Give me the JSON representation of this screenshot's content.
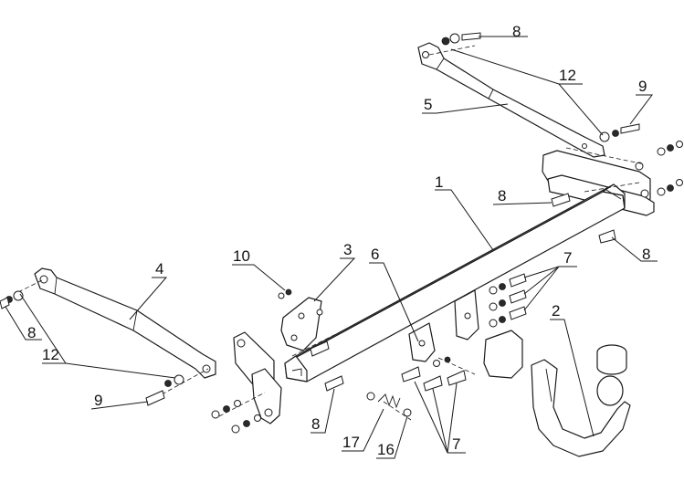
{
  "parts": [
    {
      "id": "1",
      "label": "1"
    },
    {
      "id": "2",
      "label": "2"
    },
    {
      "id": "3",
      "label": "3"
    },
    {
      "id": "4",
      "label": "4"
    },
    {
      "id": "5",
      "label": "5"
    },
    {
      "id": "6",
      "label": "6"
    },
    {
      "id": "7",
      "label": "7"
    },
    {
      "id": "8",
      "label": "8"
    },
    {
      "id": "9",
      "label": "9"
    },
    {
      "id": "10",
      "label": "10"
    },
    {
      "id": "12",
      "label": "12"
    },
    {
      "id": "16",
      "label": "16"
    },
    {
      "id": "17",
      "label": "17"
    }
  ],
  "labels": {
    "l1": "1",
    "l2": "2",
    "l3": "3",
    "l4": "4",
    "l5": "5",
    "l6": "6",
    "l7a": "7",
    "l7b": "7",
    "l8a": "8",
    "l8b": "8",
    "l8c": "8",
    "l8d": "8",
    "l8e": "8",
    "l9a": "9",
    "l9b": "9",
    "l10": "10",
    "l12a": "12",
    "l12b": "12",
    "l16": "16",
    "l17": "17"
  }
}
